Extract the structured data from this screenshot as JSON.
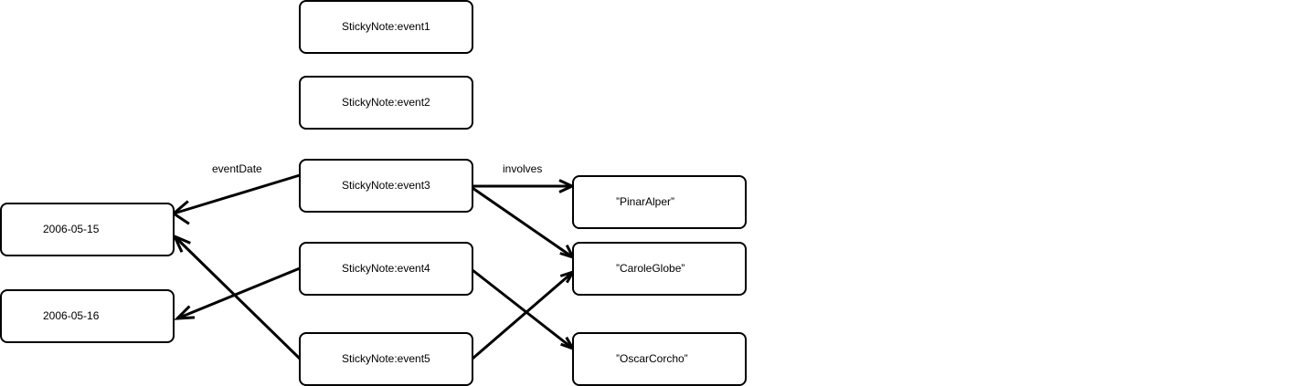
{
  "nodes": {
    "event1": "StickyNote:event1",
    "event2": "StickyNote:event2",
    "event3": "StickyNote:event3",
    "event4": "StickyNote:event4",
    "event5": "StickyNote:event5",
    "date1": "2006-05-15",
    "date2": "2006-05-16",
    "pinar": "”PinarAlper”",
    "carole": "”CaroleGlobe”",
    "oscar": "”OscarCorcho”"
  },
  "edge_labels": {
    "eventDate": "eventDate",
    "involves": "involves"
  },
  "edges": [
    {
      "from": "event3",
      "to": "date1"
    },
    {
      "from": "event4",
      "to": "date2"
    },
    {
      "from": "event5",
      "to": "date1"
    },
    {
      "from": "event3",
      "to": "pinar"
    },
    {
      "from": "event3",
      "to": "carole"
    },
    {
      "from": "event4",
      "to": "oscar"
    },
    {
      "from": "event5",
      "to": "carole"
    }
  ]
}
